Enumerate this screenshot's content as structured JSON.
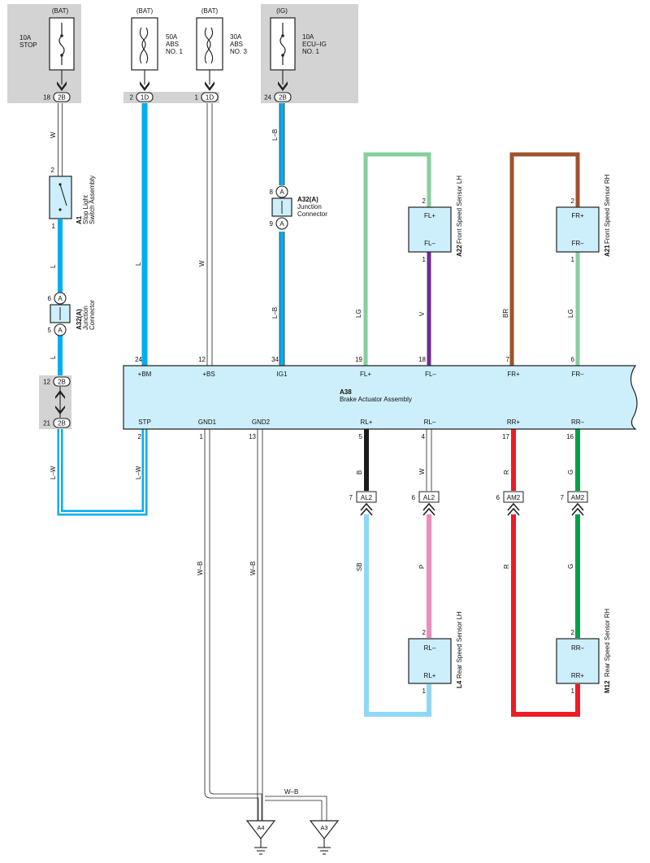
{
  "fuses": [
    {
      "source": "(BAT)",
      "rating": "10A",
      "name": "STOP",
      "name2": ""
    },
    {
      "source": "(BAT)",
      "rating": "50A",
      "name": "ABS",
      "name2": "NO. 1"
    },
    {
      "source": "(BAT)",
      "rating": "30A",
      "name": "ABS",
      "name2": "NO. 3"
    },
    {
      "source": "(IG)",
      "rating": "10A",
      "name": "ECU–IG",
      "name2": "NO. 1"
    }
  ],
  "fuse_connectors": [
    {
      "pin": "18",
      "code": "2B"
    },
    {
      "pin": "2",
      "code": "1D"
    },
    {
      "pin": "1",
      "code": "1D"
    },
    {
      "pin": "24",
      "code": "2B"
    }
  ],
  "stop_light_switch": {
    "id": "A1",
    "name": "Stop Light",
    "name2": "Switch Assembly",
    "pin_top": "2",
    "pin_bottom": "1"
  },
  "junction_upper": {
    "id": "A32(A)",
    "name": "Junction",
    "name2": "Connector",
    "pin_top": "8",
    "pin_bottom": "9",
    "letter": "A"
  },
  "junction_lower": {
    "id": "A32(A)",
    "name": "Junction",
    "name2": "Connector",
    "pin_top": "6",
    "pin_bottom": "5",
    "letter": "A"
  },
  "lower_connectors": [
    {
      "pin": "12",
      "code": "2B"
    },
    {
      "pin": "21",
      "code": "2B"
    }
  ],
  "actuator": {
    "id": "A38",
    "name": "Brake Actuator Assembly",
    "top_pins": [
      {
        "num": "24",
        "label": "+BM"
      },
      {
        "num": "12",
        "label": "+BS"
      },
      {
        "num": "34",
        "label": "IG1"
      },
      {
        "num": "19",
        "label": "FL+"
      },
      {
        "num": "18",
        "label": "FL–"
      },
      {
        "num": "7",
        "label": "FR+"
      },
      {
        "num": "6",
        "label": "FR–"
      }
    ],
    "bottom_pins": [
      {
        "num": "2",
        "label": "STP"
      },
      {
        "num": "1",
        "label": "GND1"
      },
      {
        "num": "13",
        "label": "GND2"
      },
      {
        "num": "5",
        "label": "RL+"
      },
      {
        "num": "4",
        "label": "RL–"
      },
      {
        "num": "17",
        "label": "RR+"
      },
      {
        "num": "16",
        "label": "RR–"
      }
    ]
  },
  "sensors": [
    {
      "id": "A22",
      "name": "Front Speed Sensor LH",
      "top": "FL+",
      "bottom": "FL–",
      "pin_top": "2",
      "pin_bottom": "1"
    },
    {
      "id": "A21",
      "name": "Front Speed Sensor RH",
      "top": "FR+",
      "bottom": "FR–",
      "pin_top": "2",
      "pin_bottom": "1"
    },
    {
      "id": "L4",
      "name": "Rear Speed Sensor LH",
      "top": "RL–",
      "bottom": "RL+",
      "pin_top": "2",
      "pin_bottom": "1"
    },
    {
      "id": "M12",
      "name": "Rear Speed Sensor RH",
      "top": "RR–",
      "bottom": "RR+",
      "pin_top": "2",
      "pin_bottom": "1"
    }
  ],
  "rear_connectors": [
    {
      "pin": "7",
      "code": "AL2"
    },
    {
      "pin": "6",
      "code": "AL2"
    },
    {
      "pin": "6",
      "code": "AM2"
    },
    {
      "pin": "7",
      "code": "AM2"
    }
  ],
  "grounds": [
    {
      "id": "A4"
    },
    {
      "id": "A3"
    }
  ],
  "wire_labels": {
    "w_stop": "W",
    "l_switch": "L",
    "l_junction": "L",
    "l_bm": "L",
    "w_bs": "W",
    "lb_ig_top": "L–B",
    "lb_ig_bottom": "L–B",
    "lw_left": "L–W",
    "lw_right": "L–W",
    "lg_fl": "LG",
    "v_fl": "V",
    "br_fr": "BR",
    "lg_fr": "LG",
    "b_rl": "B",
    "w_rl": "W",
    "sb_rl": "SB",
    "p_rl": "P",
    "r_rr_top": "R",
    "g_rr_top": "G",
    "r_rr_bottom": "R",
    "g_rr_bottom": "G",
    "wb_gnd1": "W–B",
    "wb_gnd2": "W–B",
    "wb_ground": "W–B"
  },
  "colors": {
    "L": "#00aeef",
    "LG": "#86cf9d",
    "V": "#6e2c91",
    "BR": "#a0522d",
    "B": "#1a1a1a",
    "SB": "#8fd8f5",
    "P": "#f08bbc",
    "R": "#ed1c24",
    "G": "#00a14b",
    "box": "#cdeefb",
    "fuse_bg": "#d3d3d3"
  }
}
